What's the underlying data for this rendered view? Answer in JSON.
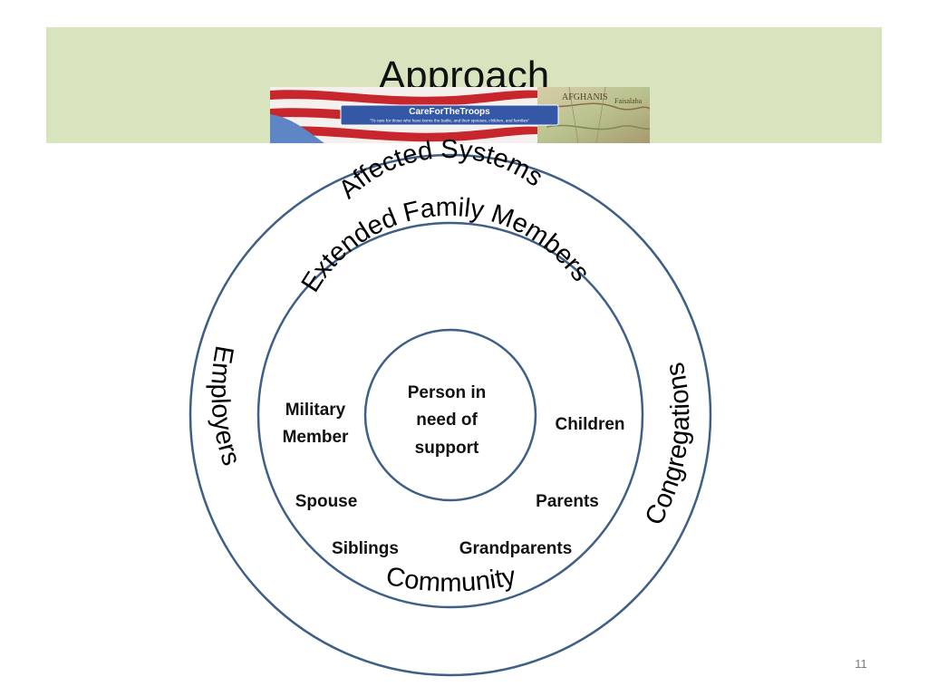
{
  "slide": {
    "title": "Approach",
    "page_number": "11"
  },
  "banner": {
    "name": "CareForTheTroops",
    "tagline": "\"To care for those who have borne the battle, and their spouses, children, and families\"",
    "map_label_1": "AFGHANIS",
    "map_label_2": "Faisalaba"
  },
  "diagram": {
    "outer_ring": {
      "top": "Affected Systems",
      "left": "Employers",
      "right": "Congregations",
      "bottom": "Community"
    },
    "middle_ring": {
      "label": "Extended Family Members",
      "members": [
        "Military",
        "Member",
        "Children",
        "Spouse",
        "Parents",
        "Siblings",
        "Grandparents"
      ]
    },
    "center": [
      "Person in",
      "need of",
      "support"
    ]
  },
  "colors": {
    "title_band": "#d7e4bd",
    "circle_stroke": "#3e5f86",
    "banner_box": "#3457a6"
  }
}
